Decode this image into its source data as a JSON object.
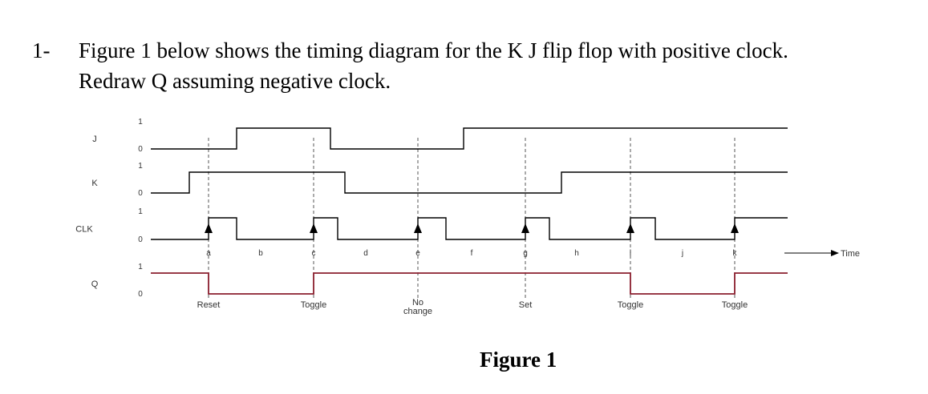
{
  "question": {
    "number": "1-",
    "line1": "Figure 1 below shows the timing diagram for the K J flip flop with positive clock.",
    "line2": "Redraw Q assuming negative clock."
  },
  "caption": "Figure 1",
  "colors": {
    "signal": "#000000",
    "q_signal": "#8b1e2e",
    "guide": "#555555",
    "label": "#333333"
  },
  "signals": [
    {
      "id": "J",
      "name": "J",
      "high": "1",
      "low": "0"
    },
    {
      "id": "K",
      "name": "K",
      "high": "1",
      "low": "0"
    },
    {
      "id": "CLK",
      "name": "CLK",
      "high": "1",
      "low": "0"
    },
    {
      "id": "Q",
      "name": "Q",
      "high": "1",
      "low": "0"
    }
  ],
  "time_label": "Time",
  "edge_letters": [
    "a",
    "c",
    "e",
    "g",
    "i",
    "k"
  ],
  "mid_letters": [
    "b",
    "d",
    "f",
    "h",
    "j"
  ],
  "events": [
    "Reset",
    "Toggle",
    "No change",
    "Set",
    "Toggle",
    "Toggle"
  ]
}
